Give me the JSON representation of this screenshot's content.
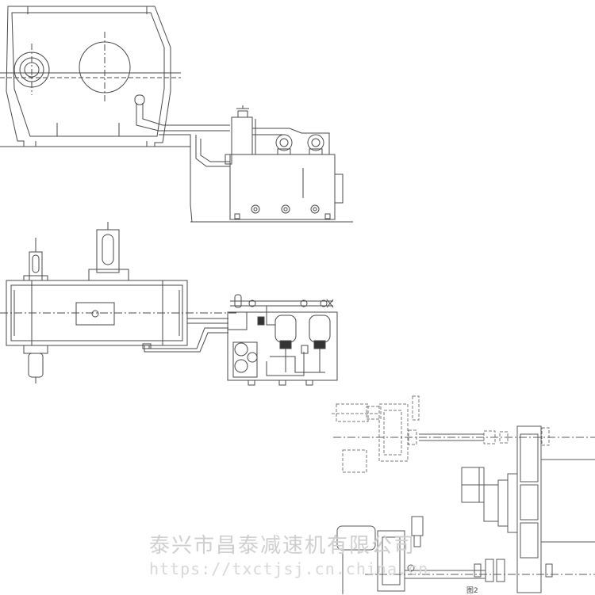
{
  "watermark": {
    "company": "泰兴市昌泰减速机有限公司",
    "url": "https://txctjsj.cn.china.cn"
  },
  "figure_label": "图2",
  "colors": {
    "line": "#4a4a4a",
    "dashed": "#7a7a7a",
    "watermark": "#cfcfcf"
  }
}
